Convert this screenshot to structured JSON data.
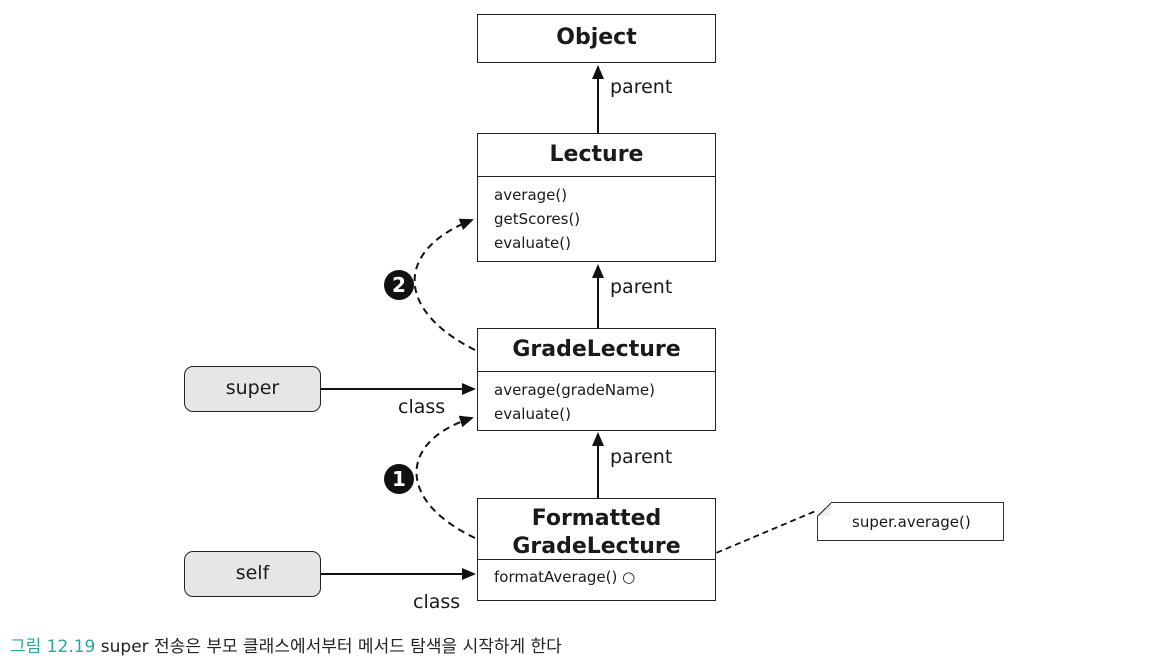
{
  "classes": {
    "object": {
      "name": "Object"
    },
    "lecture": {
      "name": "Lecture",
      "methods": [
        "average()",
        "getScores()",
        "evaluate()"
      ]
    },
    "grade_lecture": {
      "name": "GradeLecture",
      "methods": [
        "average(gradeName)",
        "evaluate()"
      ]
    },
    "formatted_grade_lecture": {
      "name_line1": "Formatted",
      "name_line2": "GradeLecture",
      "methods": [
        "formatAverage() ○"
      ]
    }
  },
  "edges": {
    "parent_label": "parent",
    "class_label": "class"
  },
  "variables": {
    "super": "super",
    "self": "self"
  },
  "note": "super.average()",
  "steps": {
    "one": "1",
    "two": "2"
  },
  "caption": {
    "figure": "그림 12.19",
    "text": "super 전송은 부모 클래스에서부터 메서드 탐색을 시작하게 한다"
  }
}
